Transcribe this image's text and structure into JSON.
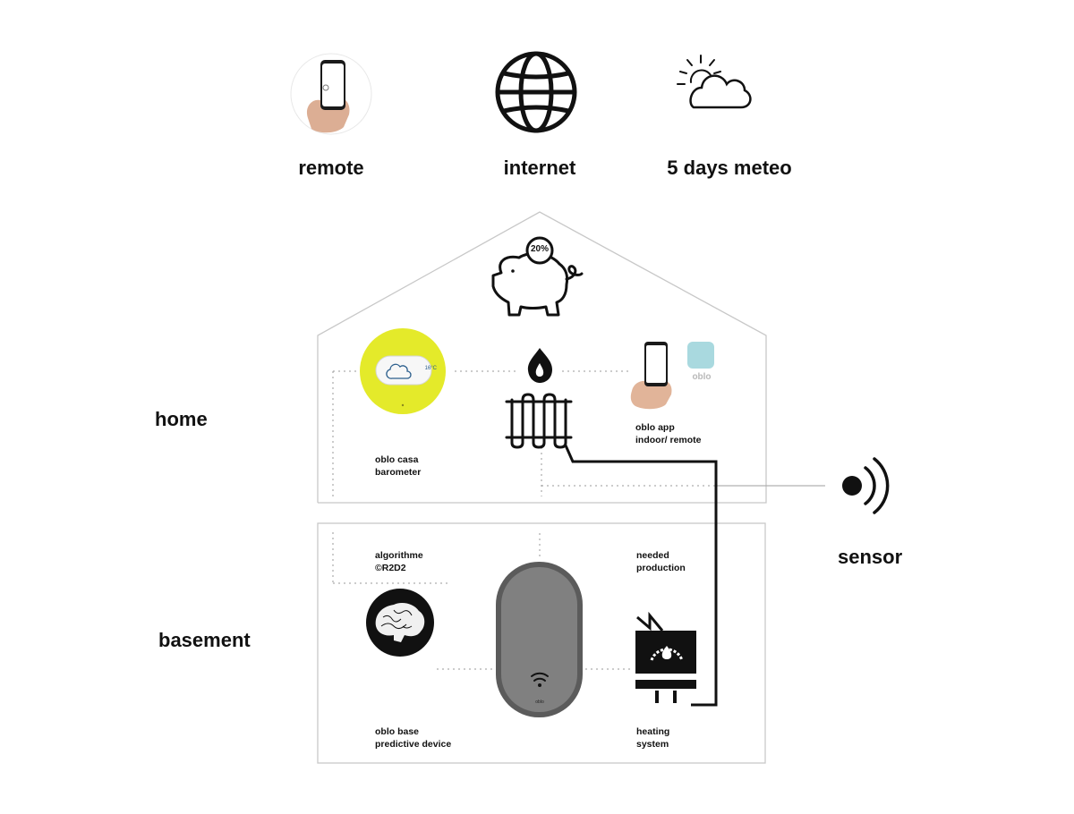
{
  "top": {
    "remote_label": "remote",
    "internet_label": "internet",
    "meteo_label": "5 days meteo"
  },
  "sections": {
    "home_label": "home",
    "basement_label": "basement"
  },
  "sensor": {
    "label": "sensor"
  },
  "home": {
    "savings_badge": "20%",
    "casa_label": "oblo casa\nbarometer",
    "app_label": "oblo app\nindoor/ remote",
    "brand_text": "oblo",
    "casa_screen_text": "16°C"
  },
  "basement": {
    "algorithm_label": "algorithme\n©R2D2",
    "needed_label": "needed\nproduction",
    "base_label": "oblo base\npredictive device",
    "heating_label": "heating\nsystem",
    "device_brand": "oblo"
  },
  "icons": {
    "remote": "phone-in-hand-icon",
    "internet": "globe-icon",
    "meteo": "sun-cloud-icon",
    "savings": "piggy-bank-icon",
    "heating": "radiator-flame-icon",
    "sensor": "wireless-signal-icon",
    "brain": "brain-icon",
    "boiler": "boiler-icon"
  },
  "colors": {
    "casa_yellow": "#e4ea2a",
    "base_grey": "#7b7b7b",
    "oblo_teal": "#a9d9df"
  }
}
